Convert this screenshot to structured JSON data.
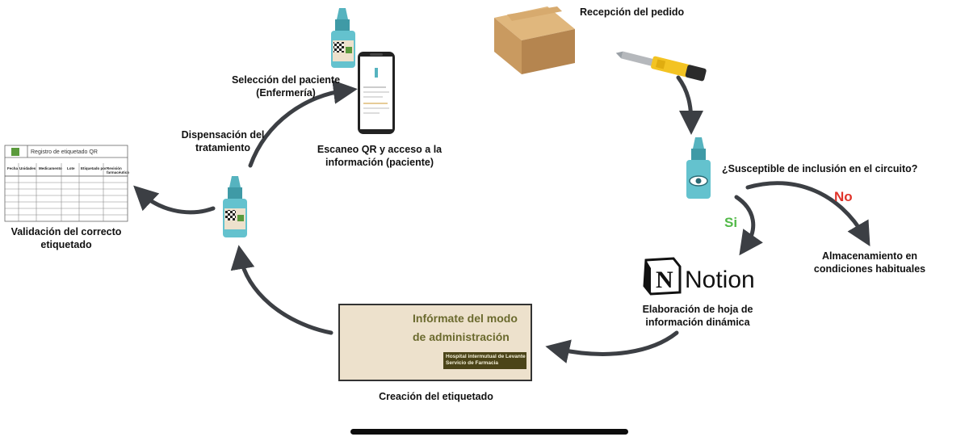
{
  "steps": {
    "reception": "Recepción del pedido",
    "question": "¿Susceptible de inclusión en el circuito?",
    "yes": "Si",
    "no": "No",
    "storage_line1": "Almacenamiento en",
    "storage_line2": "condiciones habituales",
    "elaboration_line1": "Elaboración de hoja de",
    "elaboration_line2": "información dinámica",
    "labeling": "Creación del etiquetado",
    "dispensing_line1": "Dispensación del",
    "dispensing_line2": "tratamiento",
    "selection_line1": "Selección del paciente",
    "selection_line2": "(Enfermería)",
    "scan_line1": "Escaneo QR y acceso a la",
    "scan_line2": "información (paciente)",
    "validation_line1": "Validación del correcto",
    "validation_line2": "etiquetado"
  },
  "notion": {
    "logo_letter": "N",
    "name": "Notion"
  },
  "label_card": {
    "title_line1": "Infórmate del modo",
    "title_line2": "de administración",
    "hospital_line1": "Hospital intermutual de Levante",
    "hospital_line2": "Servicio de Farmacia"
  },
  "register_sheet": {
    "title": "Registro de etiquetado QR",
    "columns": [
      "Fecha",
      "Unidades",
      "Medicamento",
      "Lote",
      "Etiquetado por",
      "Revisión farmacéutico"
    ]
  },
  "colors": {
    "yes": "#52b948",
    "no": "#e0342b",
    "arrow": "#3c3f44",
    "bottle": "#56b3bf",
    "card_bg": "#ede1cc",
    "card_title": "#6b6a2e",
    "cross_green": "#5a9a3c",
    "box": "#c99a60"
  },
  "icons": [
    "cardboard-box-icon",
    "box-cutter-icon",
    "eye-drop-bottle-icon",
    "smartphone-icon",
    "qr-code-icon",
    "notion-logo-icon",
    "pharmacy-cross-icon"
  ]
}
